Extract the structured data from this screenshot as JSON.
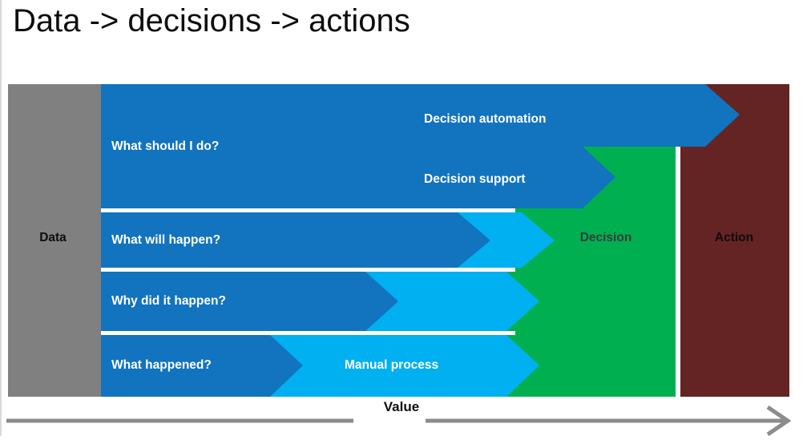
{
  "slide": {
    "title": "Data -> decisions -> actions"
  },
  "colors": {
    "data_gray": "#808080",
    "blue_dark": "#1273bf",
    "blue_cyan": "#00b0f0",
    "green": "#00b050",
    "action_red": "#642423",
    "white": "#ffffff",
    "label_dark": "#3b3b3b",
    "arrow_gray": "#8c8c8c",
    "title_black": "#0d0d0d"
  },
  "columns": [
    {
      "id": "data",
      "label": "Data",
      "color": "#808080",
      "text_color": "#0d0d0d"
    },
    {
      "id": "decision",
      "label": "Decision",
      "color": "#00b050",
      "text_color": "#3b3b3b"
    },
    {
      "id": "action",
      "label": "Action",
      "color": "#642423",
      "text_color": "#0d0d0d"
    }
  ],
  "rows": [
    {
      "id": "prescriptive",
      "question": "What should I do?",
      "stage_labels": [
        "Decision automation",
        "Decision support"
      ]
    },
    {
      "id": "predictive",
      "question": "What will happen?",
      "stage_labels": []
    },
    {
      "id": "diagnostic",
      "question": "Why did it happen?",
      "stage_labels": []
    },
    {
      "id": "descriptive",
      "question": "What happened?",
      "stage_labels": [
        "Manual process"
      ]
    }
  ],
  "labels": {
    "decision_automation": "Decision automation",
    "decision_support": "Decision support",
    "manual_process": "Manual process",
    "what_should_i_do": "What should I do?",
    "what_will_happen": "What will happen?",
    "why_did_it_happen": "Why did it happen?",
    "what_happened": "What happened?",
    "data": "Data",
    "decision": "Decision",
    "action": "Action"
  },
  "axis": {
    "value_label": "Value",
    "direction": "left-to-right",
    "arrowhead": "right"
  }
}
